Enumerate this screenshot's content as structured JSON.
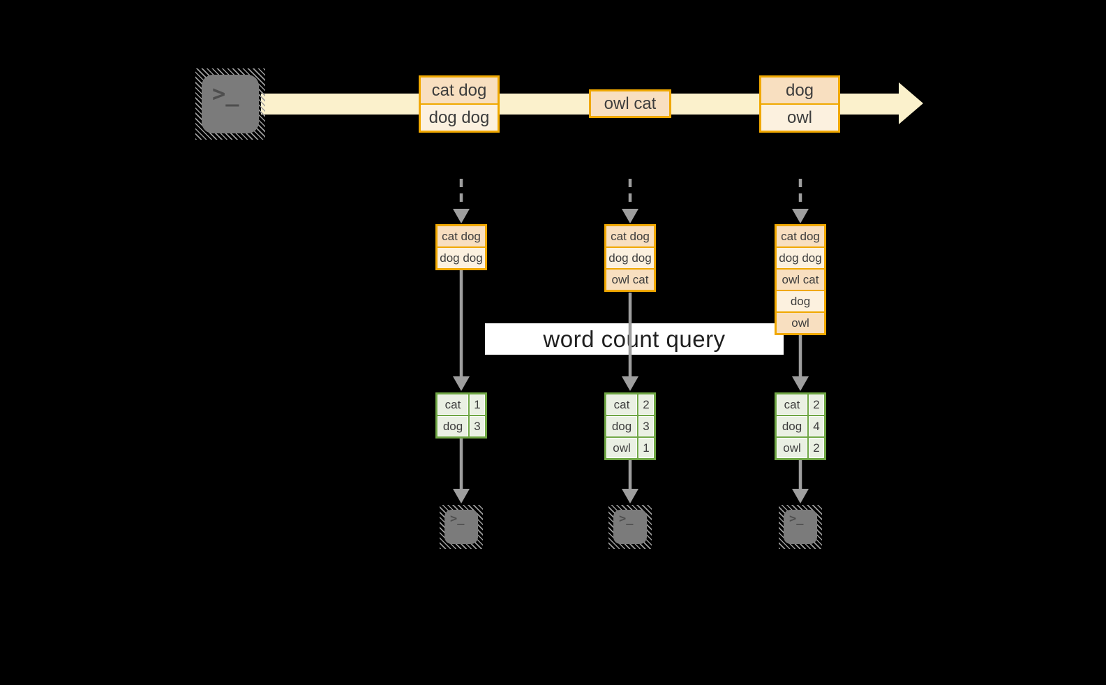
{
  "colors": {
    "background": "#000000",
    "stream_fill": "#FBF1CC",
    "batch_border": "#F0A800",
    "batch_fill_primary": "#F8DFC0",
    "batch_fill_secondary": "#FCF1DF",
    "count_border": "#6FA644",
    "count_cell_fill": "#EAF0E3",
    "count_cell_edge": "#FFFFFF",
    "connector_gray": "#9E9E9E",
    "terminal_gray": "#7B7B7B",
    "terminal_glyph": "#4E4E4E",
    "text_dark": "#3D3D3D",
    "banner_bg": "#FFFFFF",
    "banner_text": "#1F1F1F"
  },
  "terminal_prompt": ">_",
  "stream": {
    "batches": [
      {
        "lines": [
          "cat dog",
          "dog dog"
        ]
      },
      {
        "lines": [
          "owl cat"
        ]
      },
      {
        "lines": [
          "dog",
          "owl"
        ]
      }
    ]
  },
  "query": {
    "label": "word count query"
  },
  "workers": [
    {
      "buffer": [
        "cat dog",
        "dog dog"
      ],
      "counts": [
        {
          "word": "cat",
          "count": "1"
        },
        {
          "word": "dog",
          "count": "3"
        }
      ]
    },
    {
      "buffer": [
        "cat dog",
        "dog dog",
        "owl cat"
      ],
      "counts": [
        {
          "word": "cat",
          "count": "2"
        },
        {
          "word": "dog",
          "count": "3"
        },
        {
          "word": "owl",
          "count": "1"
        }
      ]
    },
    {
      "buffer": [
        "cat dog",
        "dog dog",
        "owl cat",
        "dog",
        "owl"
      ],
      "counts": [
        {
          "word": "cat",
          "count": "2"
        },
        {
          "word": "dog",
          "count": "4"
        },
        {
          "word": "owl",
          "count": "2"
        }
      ]
    }
  ]
}
